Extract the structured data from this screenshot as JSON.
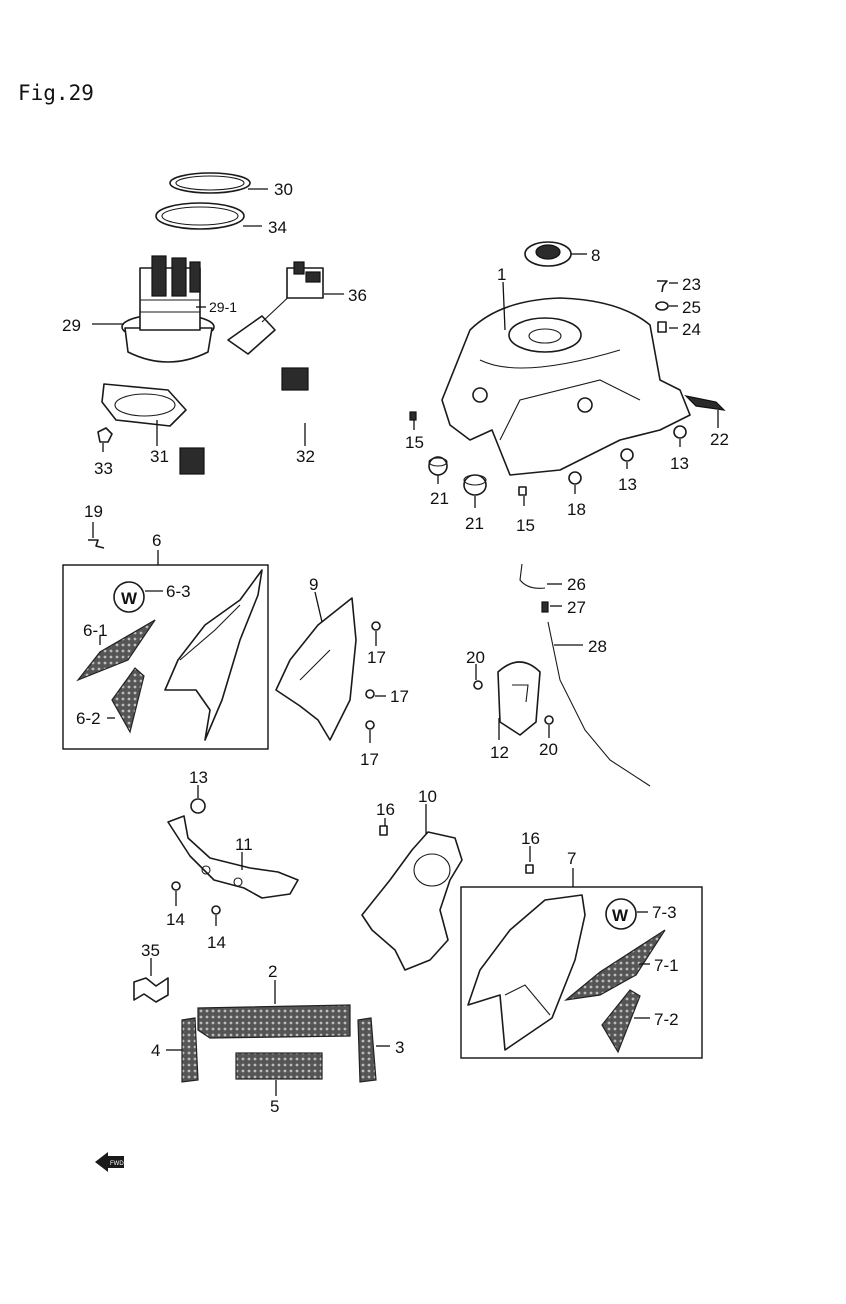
{
  "figure": {
    "title": "Fig.29"
  },
  "callouts": {
    "c30": "30",
    "c34": "34",
    "c36": "36",
    "c29": "29",
    "c29_1": "29-1",
    "c31": "31",
    "c32": "32",
    "c33": "33",
    "c1": "1",
    "c8": "8",
    "c23": "23",
    "c25": "25",
    "c24": "24",
    "c22": "22",
    "c15a": "15",
    "c15b": "15",
    "c21a": "21",
    "c21b": "21",
    "c18": "18",
    "c13a": "13",
    "c13b": "13",
    "c19": "19",
    "c6": "6",
    "c6_3": "6-3",
    "c6_1": "6-1",
    "c6_2": "6-2",
    "c9": "9",
    "c17a": "17",
    "c17b": "17",
    "c17c": "17",
    "c26": "26",
    "c27": "27",
    "c28": "28",
    "c20a": "20",
    "c20b": "20",
    "c12": "12",
    "c13c": "13",
    "c11": "11",
    "c14a": "14",
    "c14b": "14",
    "c16a": "16",
    "c10": "10",
    "c16b": "16",
    "c7": "7",
    "c7_3": "7-3",
    "c7_1": "7-1",
    "c7_2": "7-2",
    "c35": "35",
    "c2": "2",
    "c4": "4",
    "c3": "3",
    "c5": "5"
  },
  "front_arrow": {
    "text": "FWD"
  }
}
